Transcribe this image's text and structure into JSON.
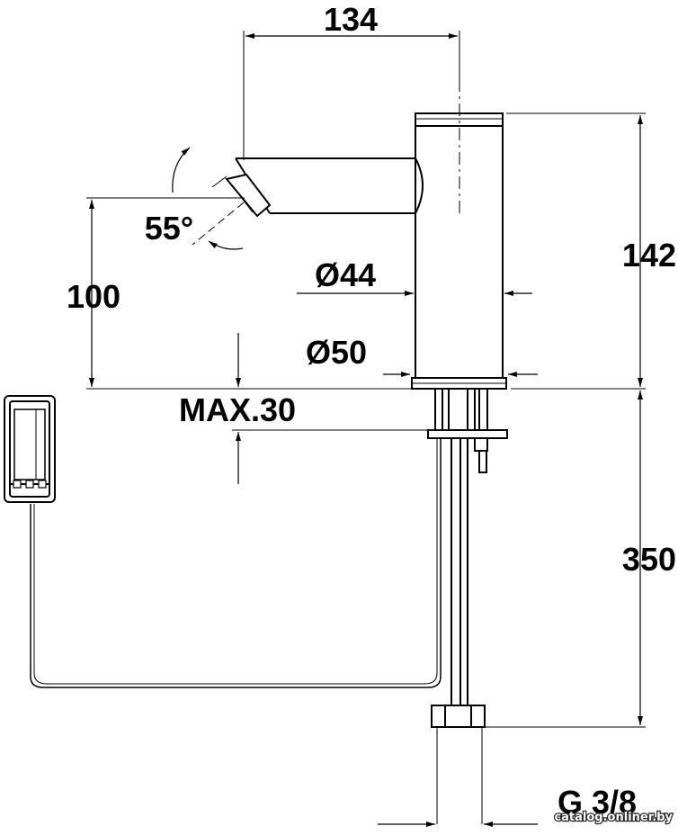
{
  "dimensions": {
    "spout_reach": "134",
    "total_height": "142",
    "spout_height": "100",
    "spray_angle": "55°",
    "body_diameter": "Ø44",
    "base_diameter": "Ø50",
    "max_deck_thickness": "MAX.30",
    "connection_length": "350",
    "thread": "G 3/8"
  },
  "watermark": "catalog.onliner.by"
}
